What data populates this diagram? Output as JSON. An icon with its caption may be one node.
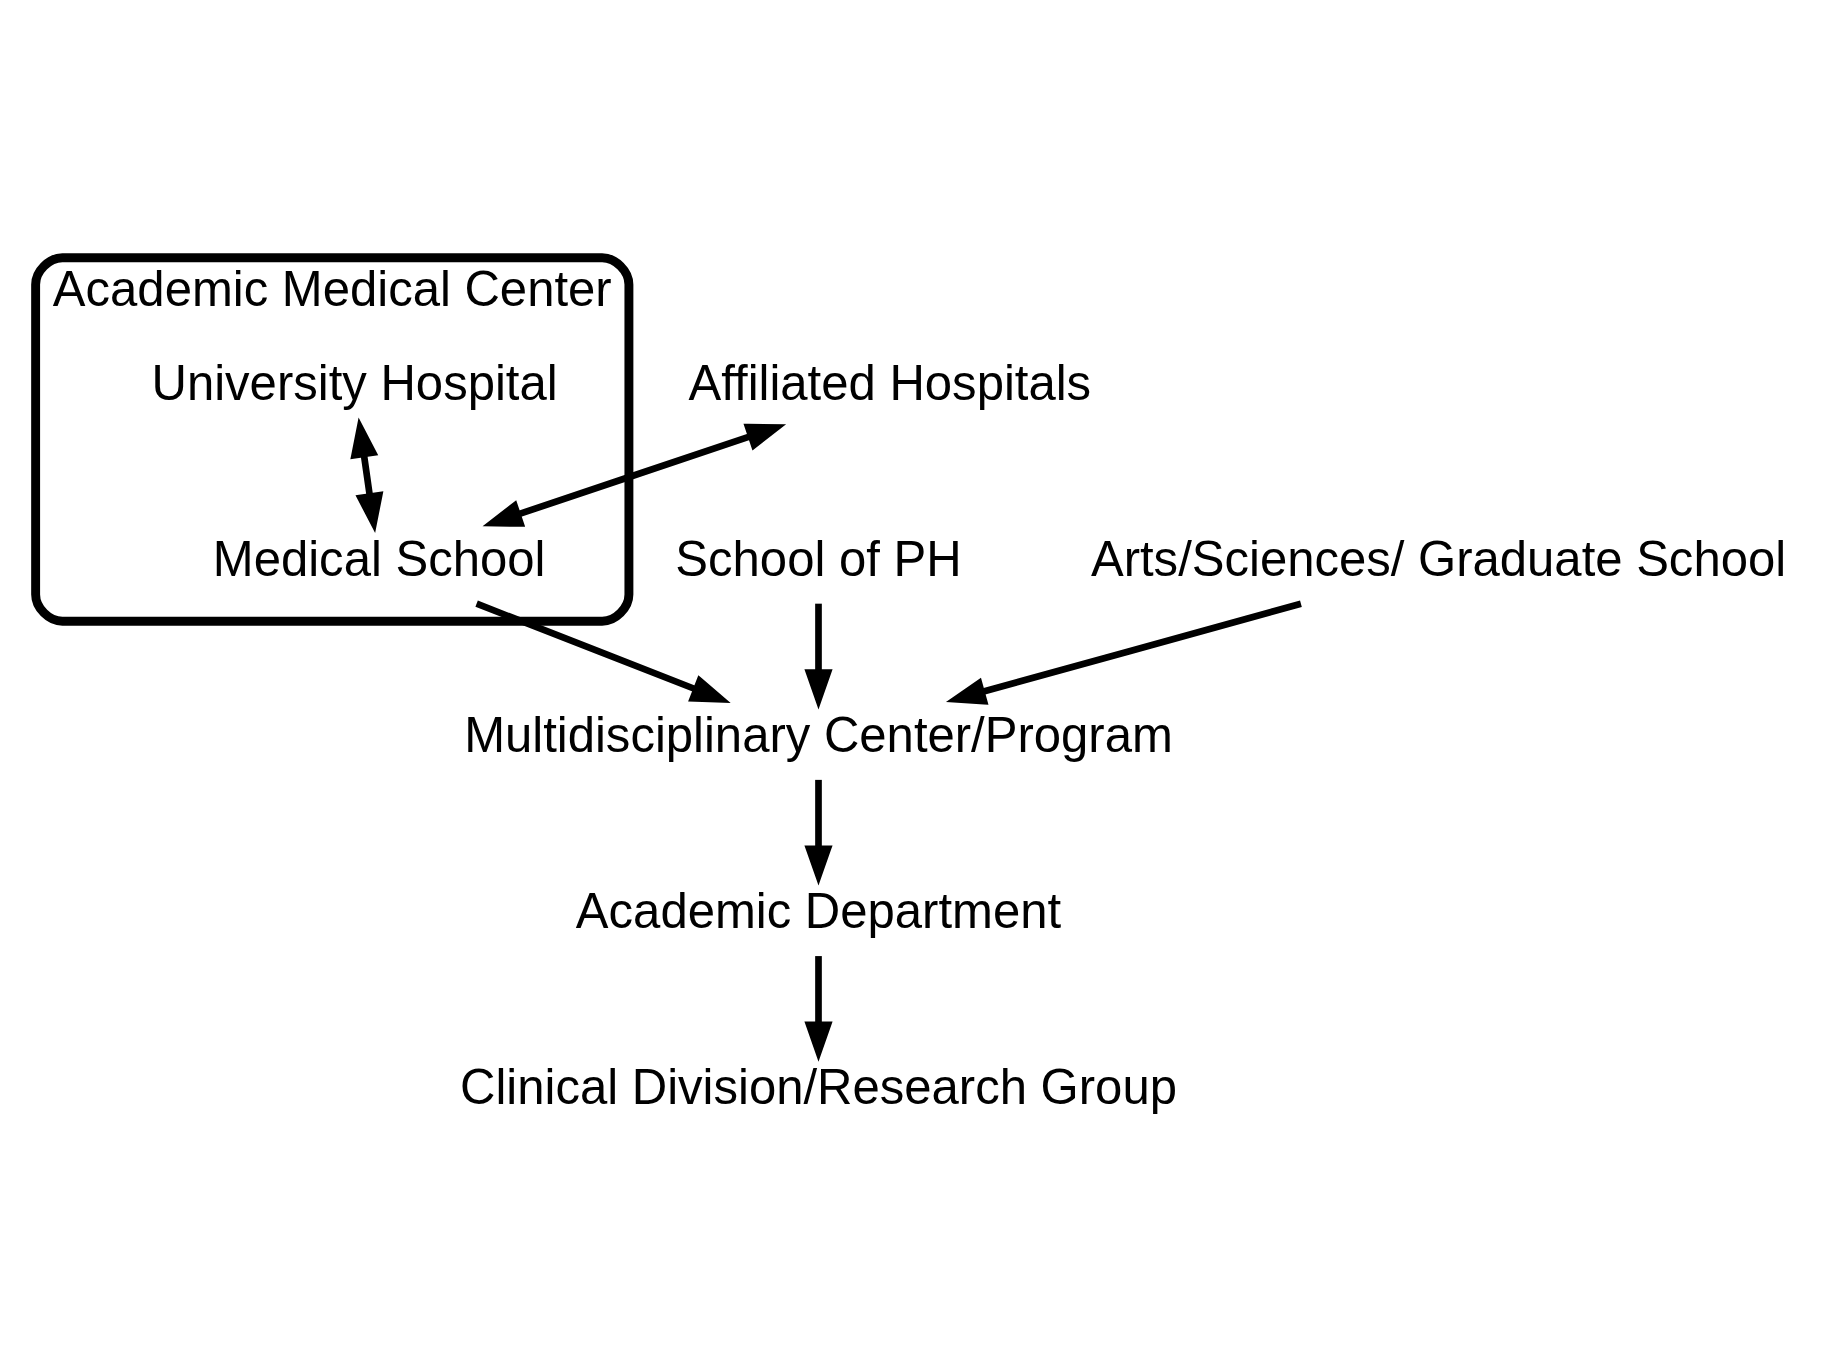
{
  "diagram": {
    "nodes": [
      {
        "text": [
          "Academic Medical Center"
        ]
      },
      {
        "text": [
          "University Hospital"
        ],
        "in": 0
      },
      {
        "text": [
          "Affiliated Hospitals"
        ]
      },
      {
        "text": [
          "Medical School"
        ],
        "in": 0
      },
      {
        "text": [
          "School of PH"
        ]
      },
      {
        "text": [
          "Arts/Sciences/ Graduate School"
        ]
      },
      {
        "text": [
          "Multidisciplinary Center/Program"
        ]
      },
      {
        "text": [
          "Academic Department"
        ]
      },
      {
        "text": [
          "Clinical Division/Research Group"
        ]
      }
    ],
    "edges": [
      {
        "from": 1,
        "to": 3,
        "arrow": "both"
      },
      {
        "from": 2,
        "to": 3,
        "arrow": "both"
      },
      {
        "from": 3,
        "to": 6,
        "arrow": "to"
      },
      {
        "from": 4,
        "to": 6,
        "arrow": "to"
      },
      {
        "from": 5,
        "to": 6,
        "arrow": "to"
      },
      {
        "from": 6,
        "to": 7,
        "arrow": "to"
      },
      {
        "from": 7,
        "to": 8,
        "arrow": "to"
      }
    ]
  }
}
